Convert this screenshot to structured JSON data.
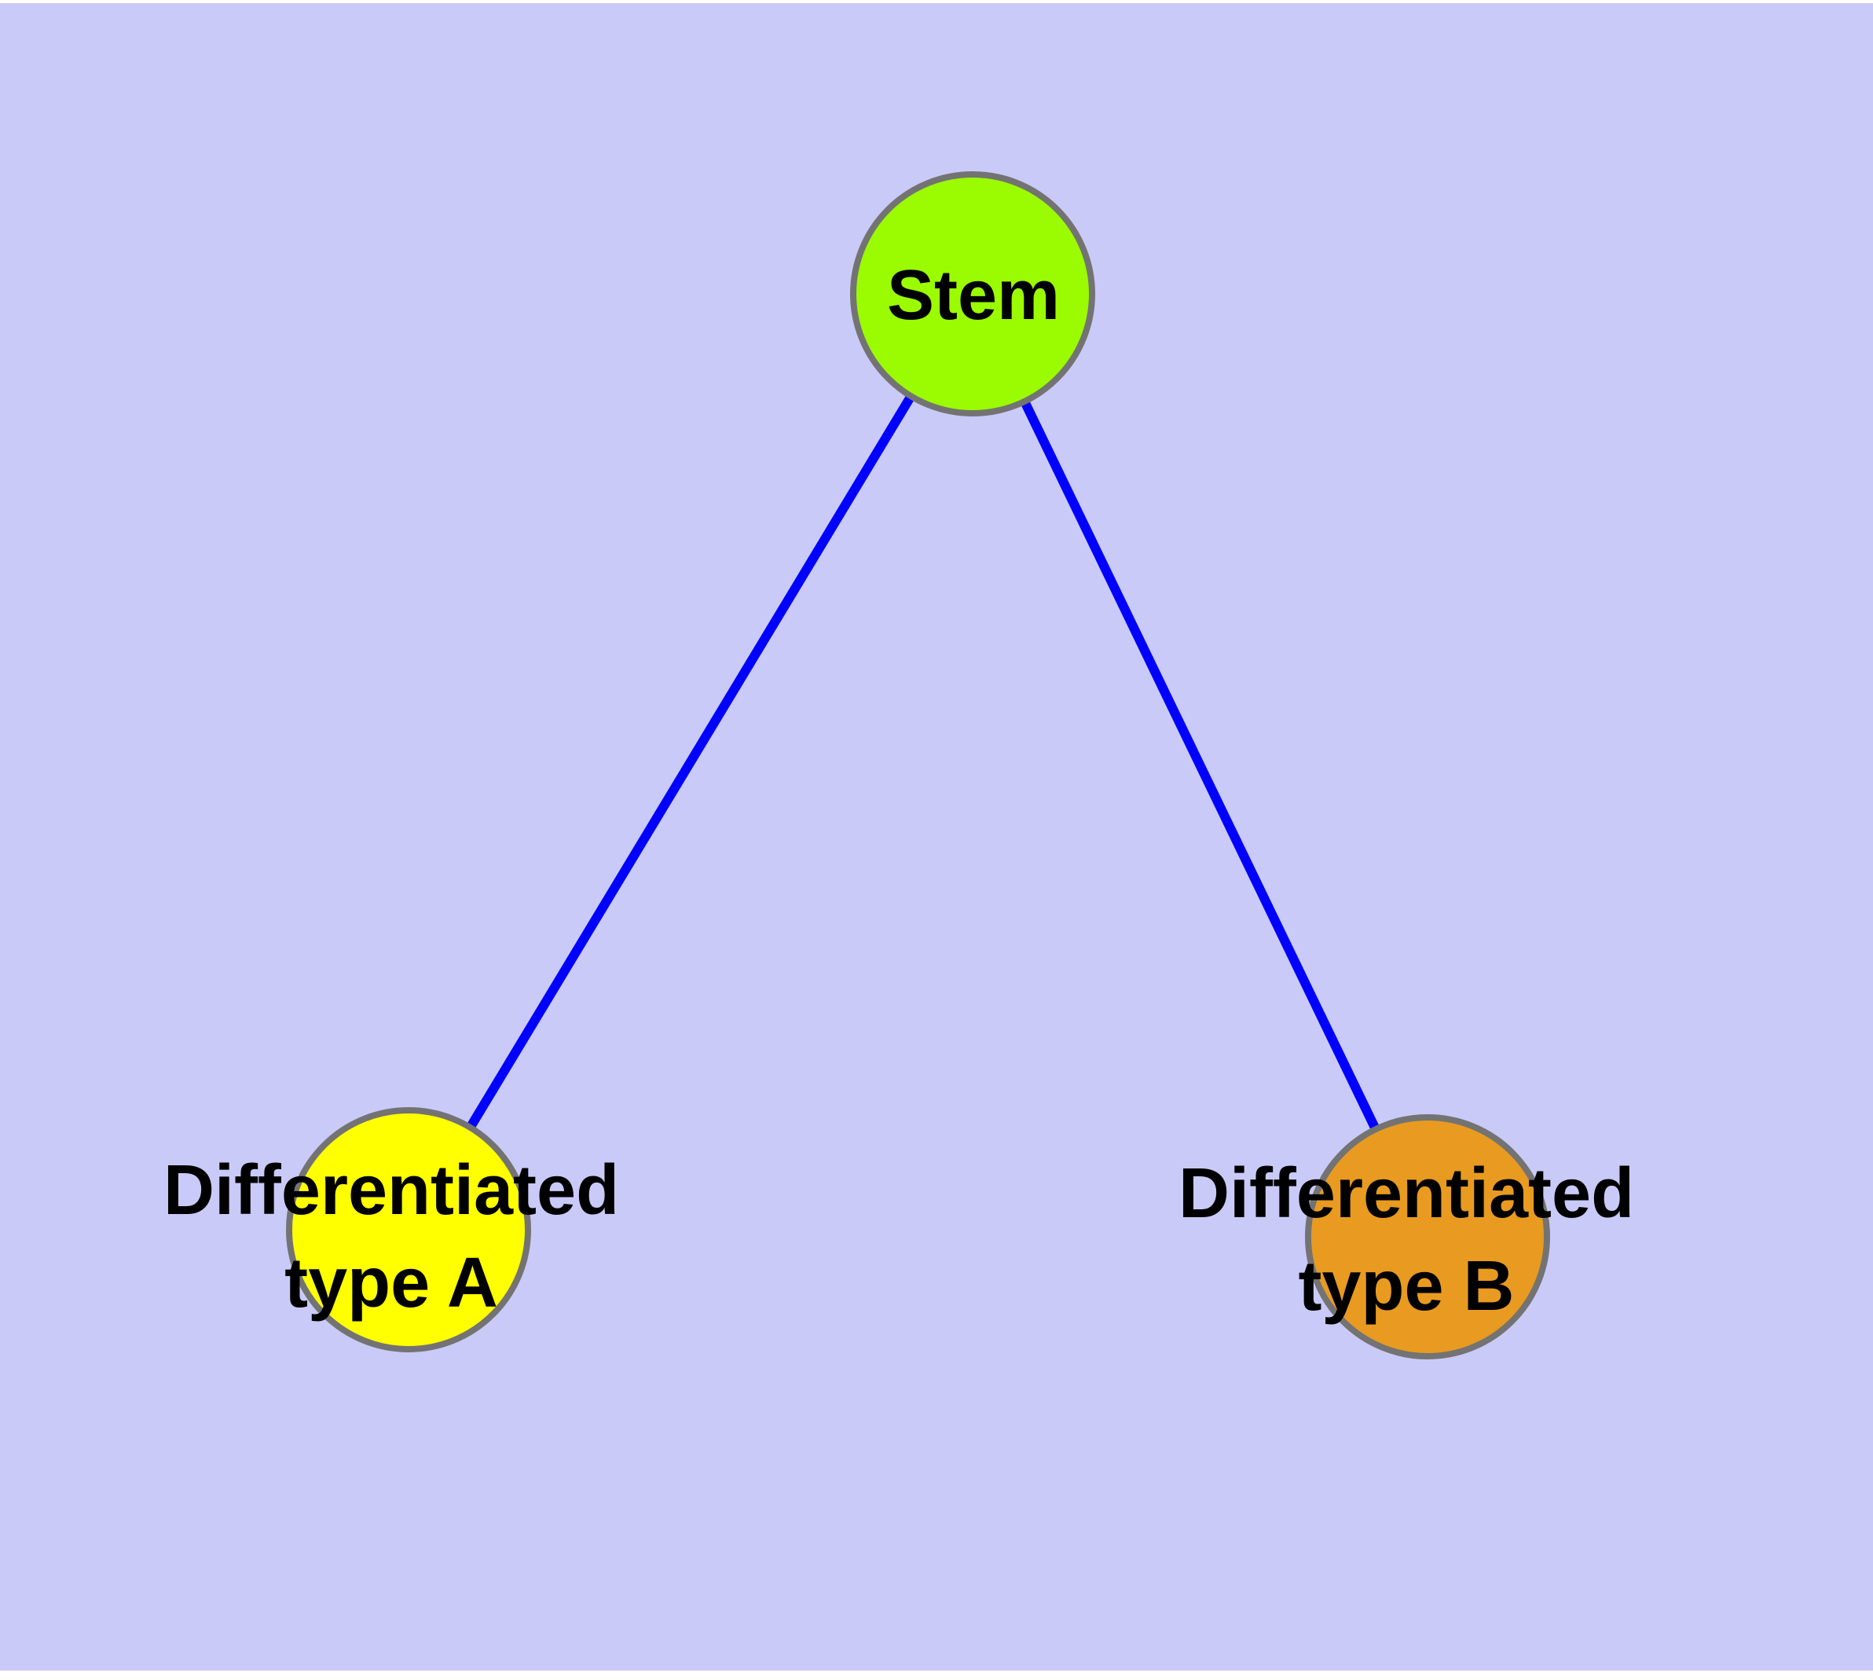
{
  "canvas": {
    "background_color": "#CACAF8",
    "margin_color": "#FFFFFF"
  },
  "graph": {
    "label_text_color": "#000000",
    "nodes": [
      {
        "id": "stem",
        "label": "Stem",
        "fill_color": "#9BFB00",
        "border_color": "#737373"
      },
      {
        "id": "type-a",
        "label_line1": "Differentiated",
        "label_line2": "type A",
        "fill_color": "#FFFF00",
        "border_color": "#737373"
      },
      {
        "id": "type-b",
        "label_line1": "Differentiated",
        "label_line2": "type B",
        "fill_color": "#E89B20",
        "border_color": "#737373"
      }
    ],
    "edges": [
      {
        "from": "stem",
        "to": "type-a",
        "color": "#0000FF"
      },
      {
        "from": "stem",
        "to": "type-b",
        "color": "#0000FF"
      }
    ]
  }
}
